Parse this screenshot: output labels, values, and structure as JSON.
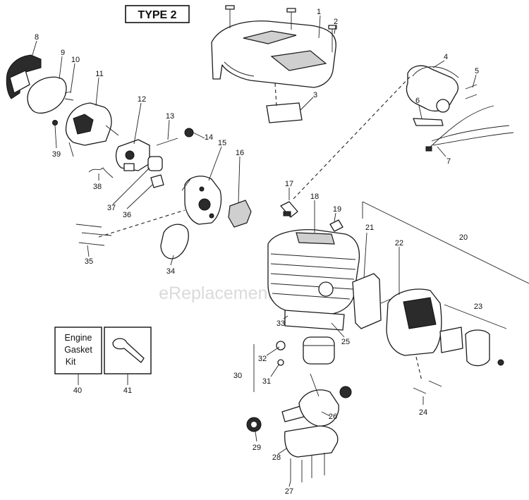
{
  "header": {
    "type_label": "TYPE 2"
  },
  "watermark": "eReplacementParts.com",
  "kit_box": {
    "line1": "Engine",
    "line2": "Gasket",
    "line3": "Kit"
  },
  "callouts": {
    "c1": "1",
    "c2": "2",
    "c3": "3",
    "c4": "4",
    "c5": "5",
    "c6": "6",
    "c7": "7",
    "c8": "8",
    "c9": "9",
    "c10": "10",
    "c11": "11",
    "c12": "12",
    "c13": "13",
    "c14": "14",
    "c15": "15",
    "c16": "16",
    "c17": "17",
    "c18": "18",
    "c19": "19",
    "c20": "20",
    "c21": "21",
    "c22": "22",
    "c23": "23",
    "c24": "24",
    "c25": "25",
    "c26": "26",
    "c27": "27",
    "c28": "28",
    "c29": "29",
    "c30": "30",
    "c31": "31",
    "c32": "32",
    "c33": "33",
    "c34": "34",
    "c35": "35",
    "c36": "36",
    "c37": "37",
    "c38": "38",
    "c39": "39",
    "c40": "40",
    "c41": "41"
  }
}
